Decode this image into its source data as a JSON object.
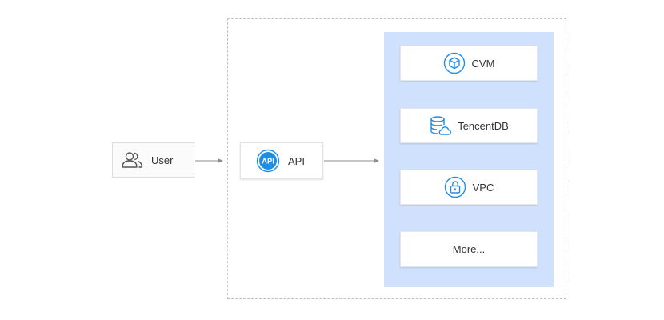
{
  "user": {
    "label": "User",
    "icon": "user-group-icon"
  },
  "api": {
    "label": "API",
    "icon": "api-badge-icon",
    "badge_text": "API"
  },
  "services": {
    "cvm": {
      "label": "CVM",
      "icon": "cube-icon"
    },
    "tencentdb": {
      "label": "TencentDB",
      "icon": "database-cloud-icon"
    },
    "vpc": {
      "label": "VPC",
      "icon": "lock-icon"
    },
    "more": {
      "label": "More..."
    }
  },
  "colors": {
    "accent": "#1f8de6",
    "panel": "#cfe1fd",
    "arrow": "#8c8c8c",
    "frame": "#c2c2c2"
  }
}
